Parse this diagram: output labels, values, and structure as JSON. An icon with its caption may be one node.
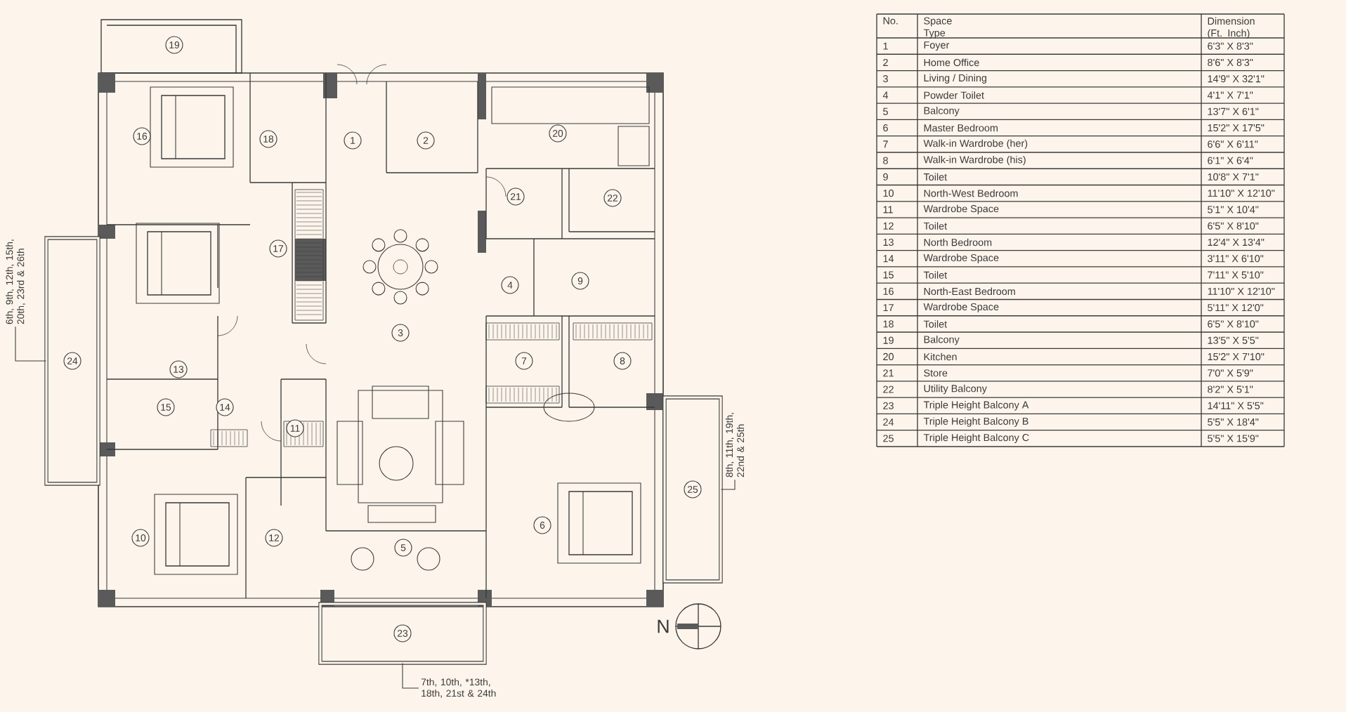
{
  "diagram": {
    "nodes": [
      {
        "text": [
          "7th, 10th, *13th, 18th, 21st & 24th"
        ]
      },
      {
        "text": [
          "23"
        ]
      },
      {
        "text": [
          "6th, 9th, 12th, 15th, 20th, 23rd & 26th"
        ]
      },
      {
        "text": [
          "24"
        ]
      },
      {
        "text": [
          "8th, 11th, 19th, 22nd & 25th"
        ]
      },
      {
        "text": [
          "25"
        ]
      }
    ],
    "edges": [
      {
        "from": 0,
        "to": 1,
        "arrow": "none"
      },
      {
        "from": 2,
        "to": 3,
        "arrow": "none"
      },
      {
        "from": 4,
        "to": 5,
        "arrow": "none"
      }
    ],
    "labels": [
      "1",
      "2",
      "3",
      "4",
      "5",
      "6",
      "7",
      "8",
      "9",
      "10",
      "11",
      "12",
      "13",
      "15",
      "14",
      "16",
      "17",
      "18",
      "19",
      "20",
      "21",
      "22",
      "N",
      "No.",
      "Space Type",
      "Dimension (Ft. Inch)",
      "1",
      "Foyer",
      "6'3\" X 8'3\"",
      "2",
      "Home Office",
      "8'6\" X 8'3\"",
      "3",
      "Living / Dining",
      "14'9\" X 32'1\"",
      "4",
      "Powder Toilet",
      "4'1\" X 7'1\"",
      "5",
      "Balcony",
      "13'7\" X 6'1\"",
      "6",
      "Master Bedroom",
      "15'2\" X 17'5\"",
      "7",
      "Walk-in Wardrobe (her)",
      "6'6\" X 6'11\"",
      "8",
      "Walk-in Wardrobe (his)",
      "6'1\" X 6'4\"",
      "9",
      "Toilet",
      "10'8\" X 7'1\"",
      "10",
      "North-West Bedroom",
      "11'10\" X 12'10\"",
      "11",
      "Wardrobe Space",
      "5'1\" X 10'4\"",
      "12",
      "Toilet",
      "6'5\" X 8'10\"",
      "13",
      "North Bedroom",
      "12'4\" X 13'4\"",
      "14",
      "Wardrobe Space",
      "3'11\" X 6'10\"",
      "15",
      "Toilet",
      "7'11\" X 5'10\"",
      "16",
      "North-East Bedroom",
      "11'10\" X 12'10\"",
      "17",
      "Wardrobe Space",
      "5'11\" X 12'0\"",
      "18",
      "Toilet",
      "6'5\" X 8'10\"",
      "19",
      "Balcony",
      "13'5\" X 5'5\"",
      "20",
      "Kitchen",
      "15'2\" X 7'10\"",
      "21",
      "Store",
      "7'0\" X 5'9\"",
      "22",
      "Utility Balcony",
      "8'2\" X 5'1\"",
      "23",
      "Triple Height Balcony A",
      "14'11\" X 5'5\"",
      "24",
      "Triple Height Balcony B",
      "5'5\" X 18'4\"",
      "25",
      "Triple Height Balcony C",
      "5'5\" X 15'9\""
    ]
  }
}
